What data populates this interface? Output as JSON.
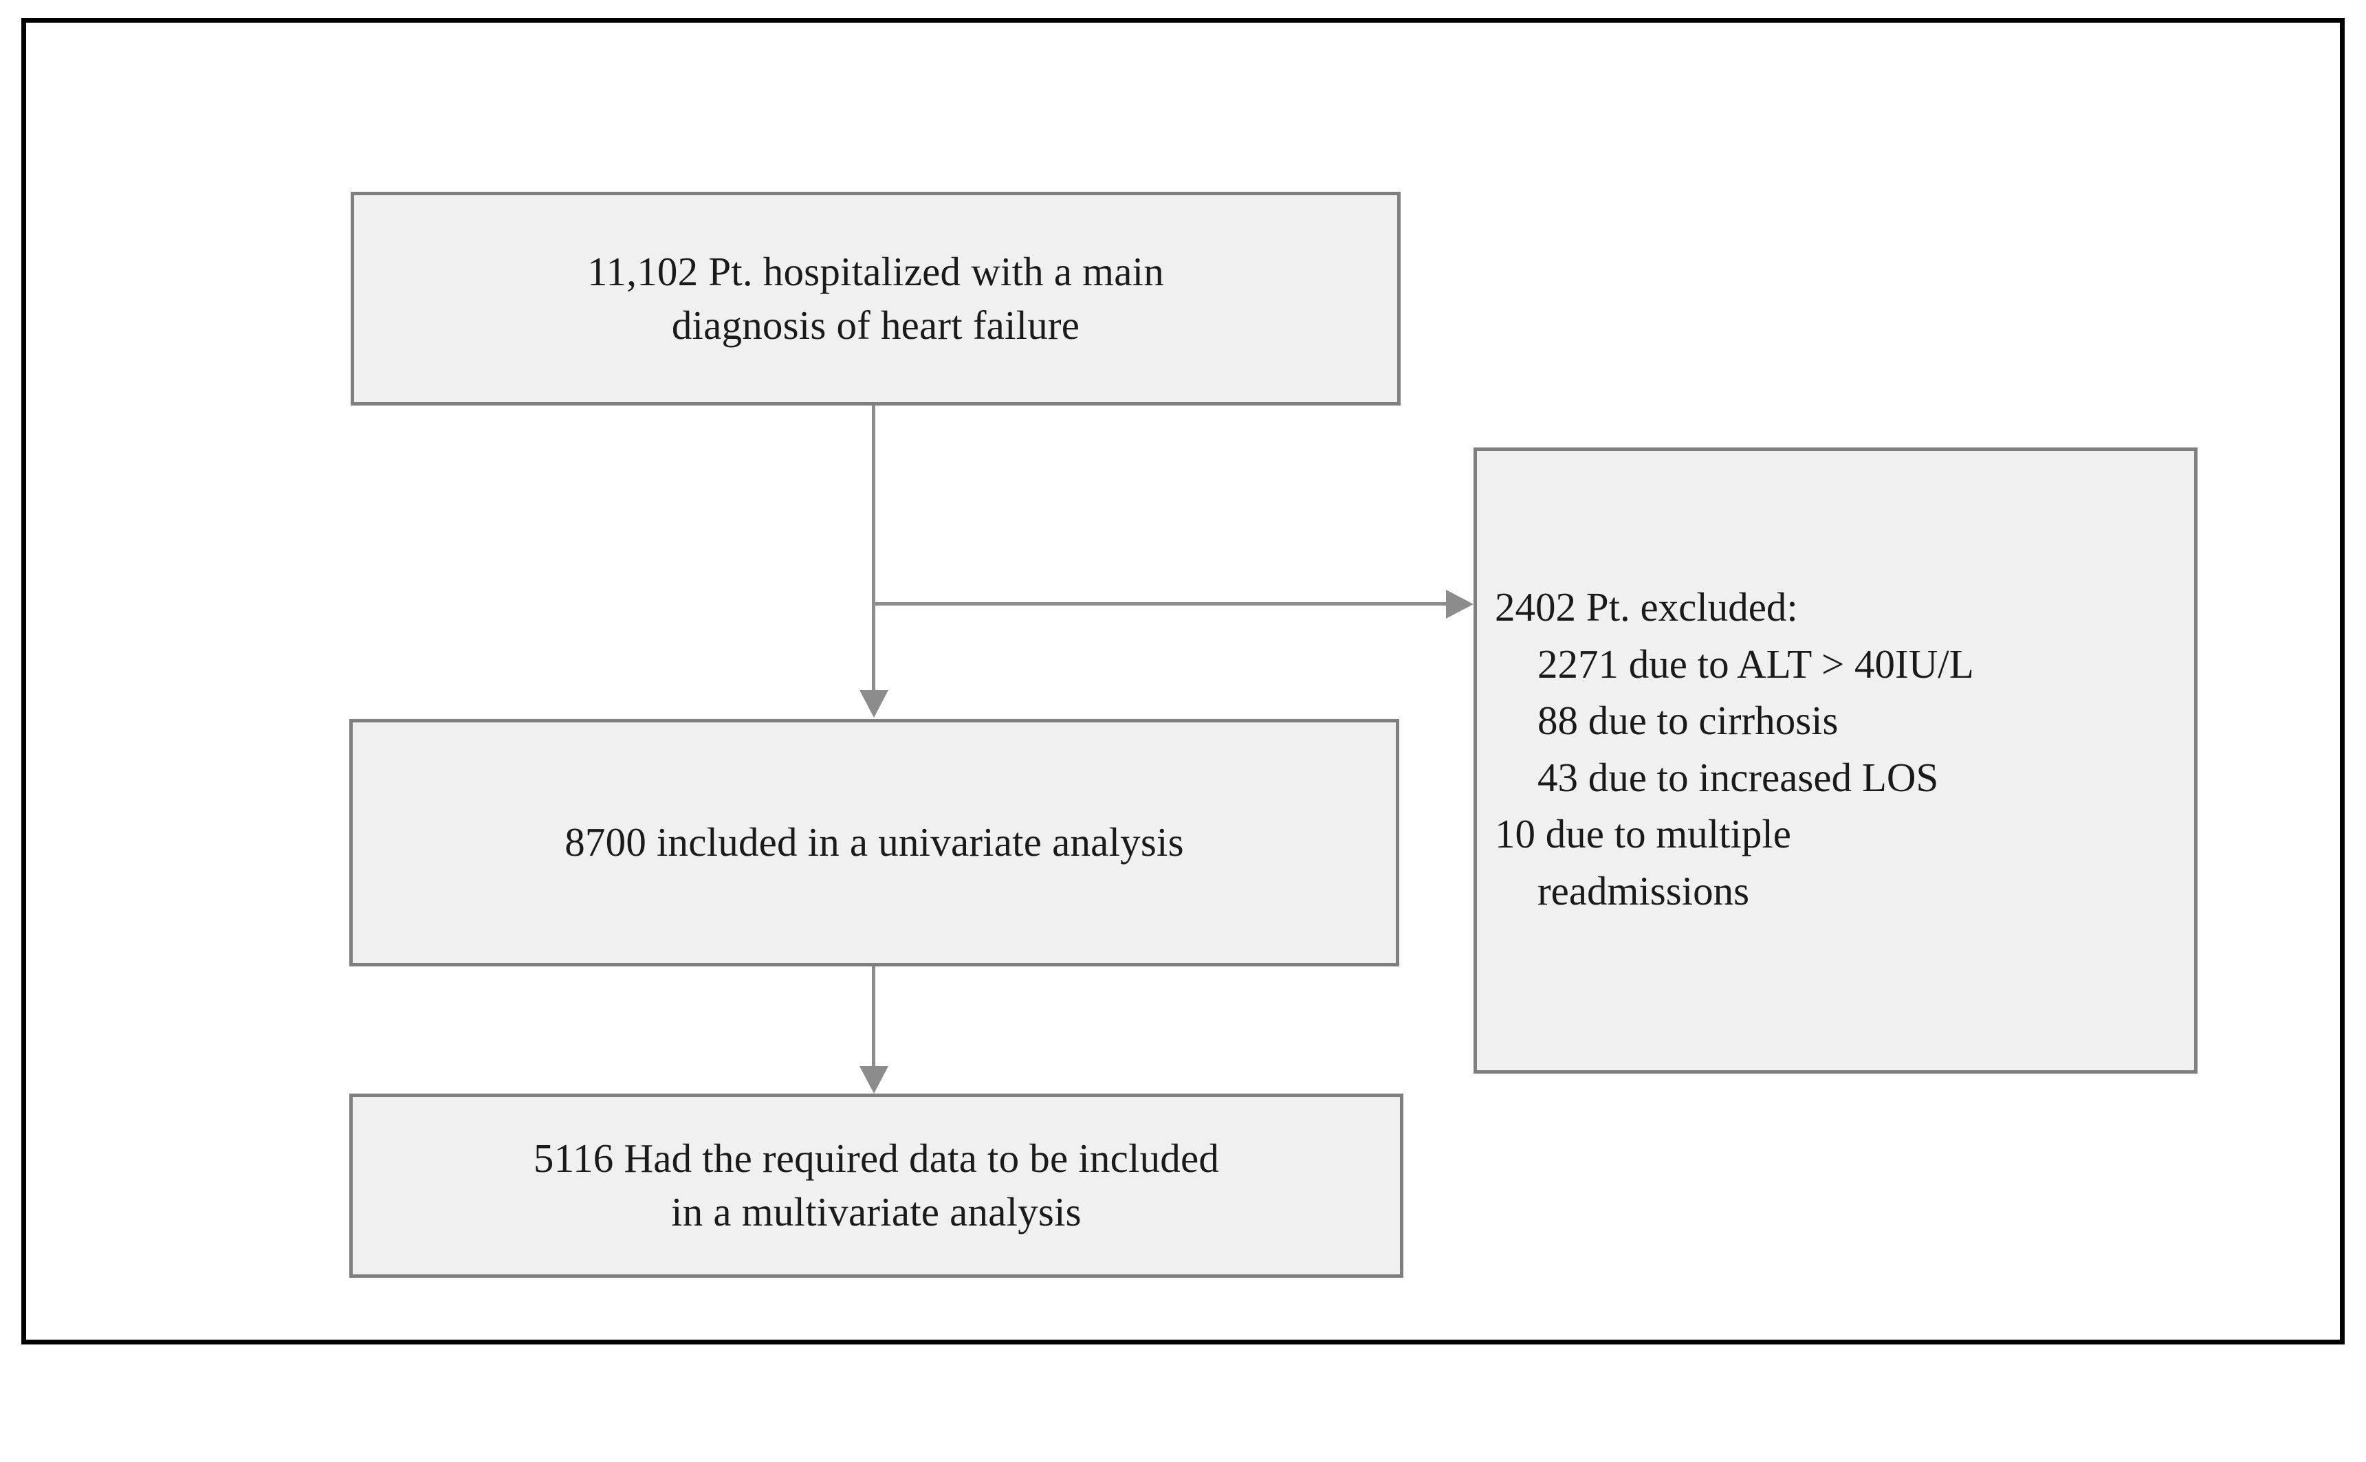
{
  "figure": {
    "type": "patient-selection-flow-diagram",
    "background_color": "#ffffff",
    "frame_color": "#000000",
    "box_fill_color": "#f0f0f0",
    "box_border_color": "#7f7f7f",
    "connector_color": "#8c8c8c",
    "text_color": "#1a1a1a"
  },
  "boxes": {
    "cohort_total": {
      "text": "11,102 Pt. hospitalized with a main\ndiagnosis of heart failure",
      "line1": "11,102 Pt. hospitalized with a main",
      "line2": "diagnosis of heart failure",
      "count": "11,102"
    },
    "univariate": {
      "text": "8700 included in a univariate analysis",
      "count": "8700"
    },
    "multivariate": {
      "text": "5116 Had the required data to be included\nin a multivariate analysis",
      "line1": "5116 Had the required data to be included",
      "line2": "in a multivariate analysis",
      "count": "5116"
    },
    "excluded": {
      "header": "2402 Pt. excluded:",
      "count": "2402",
      "reasons": [
        {
          "label": "2271 due to ALT > 40IU/L",
          "count": "2271"
        },
        {
          "label": "88 due to cirrhosis",
          "count": "88"
        },
        {
          "label": "43 due to increased LOS",
          "count": "43"
        },
        {
          "label": "10 due to multiple readmissions",
          "count": "10"
        }
      ]
    }
  },
  "connectors": {
    "cohort_to_univariate": "arrow-down",
    "cohort_to_excluded": "arrow-right",
    "univariate_to_multivariate": "arrow-down"
  }
}
